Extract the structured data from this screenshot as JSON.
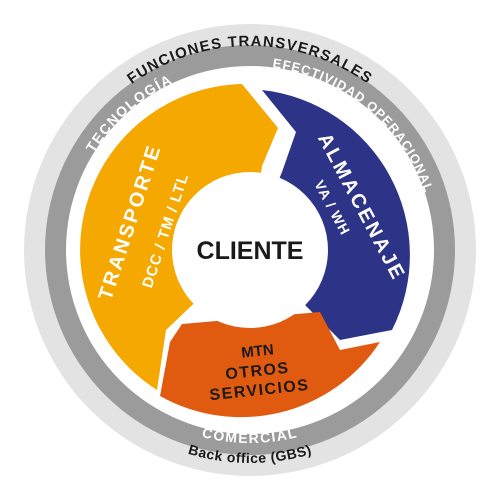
{
  "outer_ring": {
    "top_label": "FUNCIONES TRANSVERSALES",
    "bottom_label": "Back office (GBS)"
  },
  "middle_ring": {
    "left_label": "TECNOLOGÍA",
    "right_label": "EFECTIVIDAD OPERACIONAL",
    "bottom_label": "COMERCIAL"
  },
  "center": {
    "label": "CLIENTE"
  },
  "segments": {
    "transporte": {
      "title": "TRANSPORTE",
      "subtitle": "DCC / TM / LTL",
      "color": "#F5A800"
    },
    "almacenaje": {
      "title": "ALMACENAJE",
      "subtitle": "VA / WH",
      "color": "#2D3386"
    },
    "otros": {
      "title_line1": "OTROS",
      "title_line2": "SERVICIOS",
      "subtitle": "MTN",
      "color": "#E05A10"
    }
  },
  "colors": {
    "outer_ring": "#E3E3E3",
    "middle_ring": "#9B9B9B",
    "separator": "#FFFFFF",
    "center_text": "#1A1A1A",
    "ring_text_dark": "#1A1A1A",
    "ring_text_light": "#FFFFFF"
  }
}
